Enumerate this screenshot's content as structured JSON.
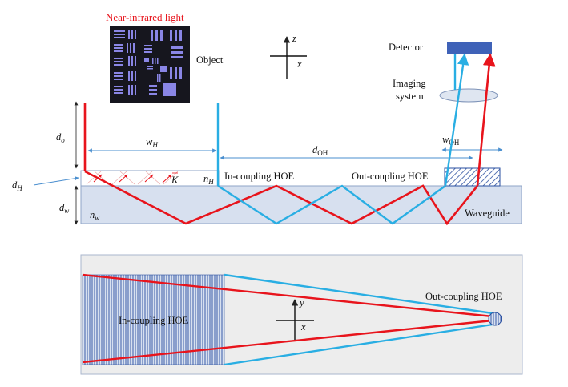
{
  "top_view": {
    "light_label": "Near-infrared light",
    "object_label": "Object",
    "detector_label": "Detector",
    "imaging_line1": "Imaging",
    "imaging_line2": "system",
    "axis_z": "z",
    "axis_x": "x",
    "d_o": "d",
    "d_o_sub": "o",
    "d_H": "d",
    "d_H_sub": "H",
    "d_w": "d",
    "d_w_sub": "w",
    "w_H": "w",
    "w_H_sub": "H",
    "d_OH": "d",
    "d_OH_sub": "OH",
    "w_OH": "w",
    "w_OH_sub": "OH",
    "n_H": "n",
    "n_H_sub": "H",
    "n_w": "n",
    "n_w_sub": "w",
    "k_vector": "K",
    "in_coupling_label": "In-coupling HOE",
    "out_coupling_label": "Out-coupling HOE",
    "waveguide_label": "Waveguide"
  },
  "bottom_view": {
    "in_coupling_label": "In-coupling HOE",
    "out_coupling_label": "Out-coupling HOE",
    "axis_y": "y",
    "axis_x": "x"
  },
  "colors": {
    "red_ray": "#e8141c",
    "blue_ray": "#29aee3",
    "waveguide_fill": "#d7e0ef",
    "panel_fill": "#ededed",
    "target_bg": "#16161e",
    "target_bar": "#8a86e6",
    "detector": "#3f62b8"
  }
}
